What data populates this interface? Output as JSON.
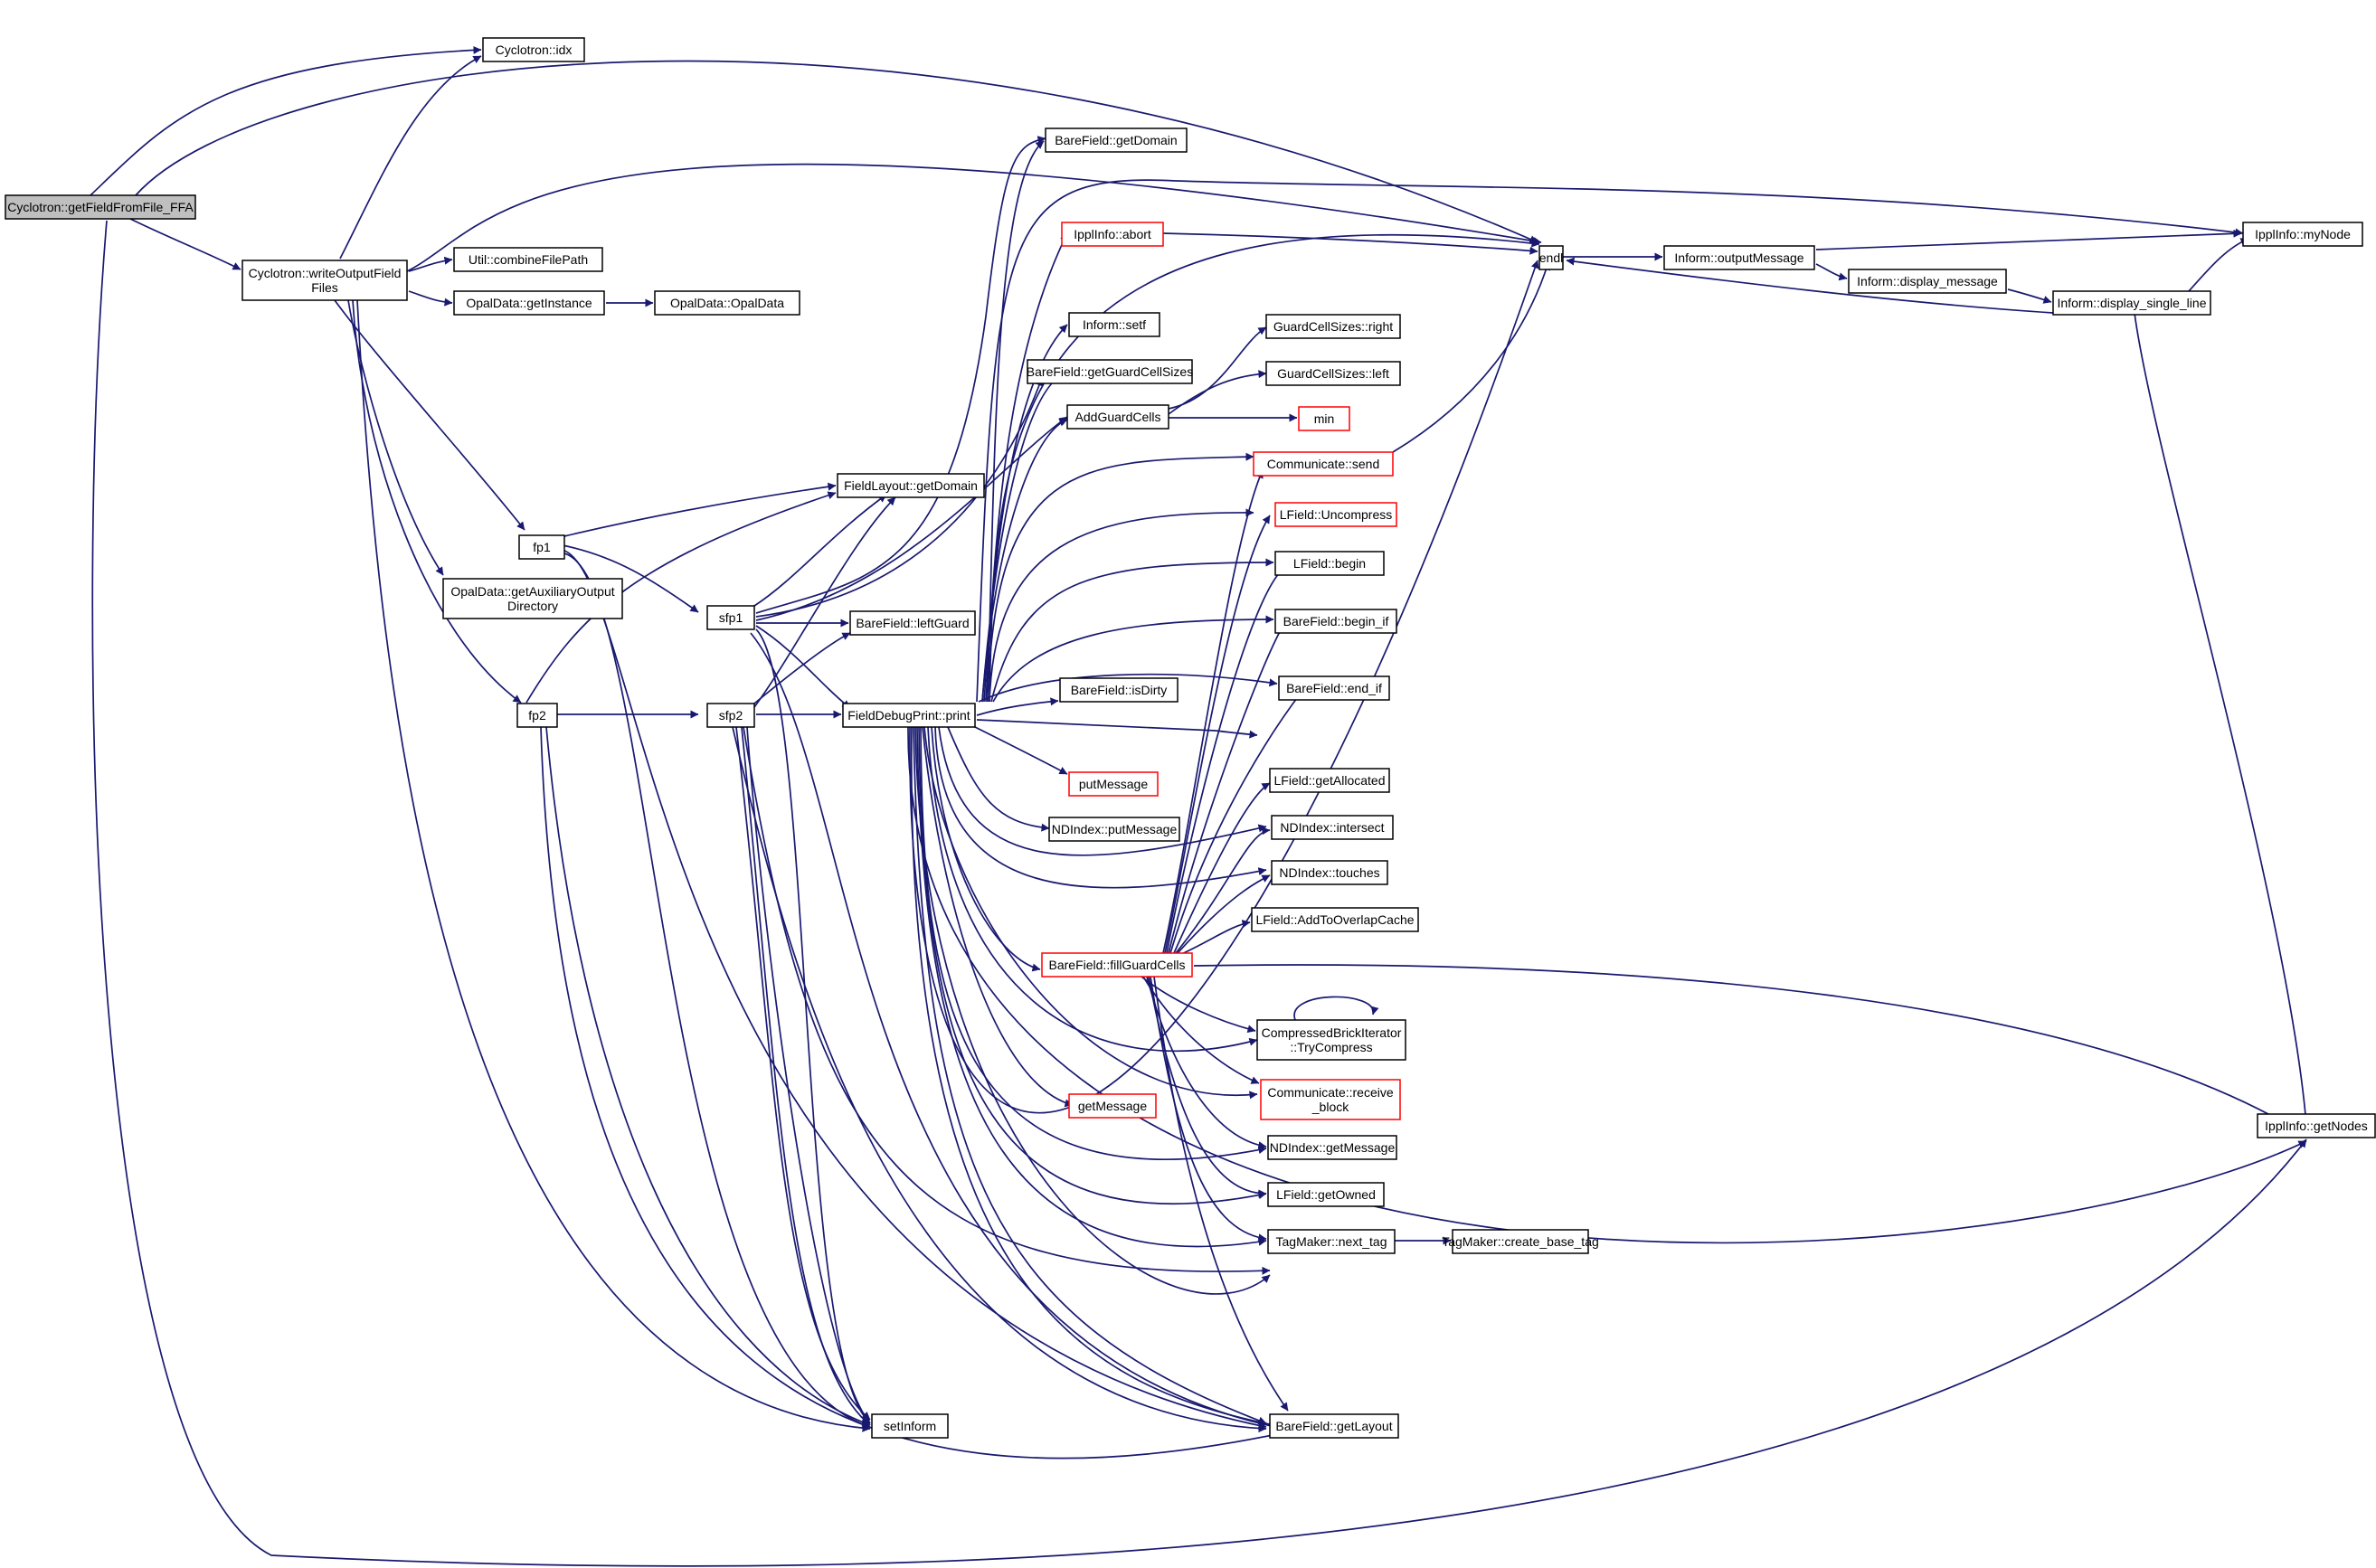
{
  "nodes": [
    {
      "id": "root",
      "lines": [
        "Cyclotron::getFieldFromFile_FFA"
      ],
      "root": true
    },
    {
      "id": "idx",
      "lines": [
        "Cyclotron::idx"
      ]
    },
    {
      "id": "wof",
      "lines": [
        "Cyclotron::writeOutputField",
        "Files"
      ]
    },
    {
      "id": "combine",
      "lines": [
        "Util::combineFilePath"
      ]
    },
    {
      "id": "getinst",
      "lines": [
        "OpalData::getInstance"
      ]
    },
    {
      "id": "opaldata",
      "lines": [
        "OpalData::OpalData"
      ]
    },
    {
      "id": "auxdir",
      "lines": [
        "OpalData::getAuxiliaryOutput",
        "Directory"
      ]
    },
    {
      "id": "fp1",
      "lines": [
        "fp1"
      ]
    },
    {
      "id": "fp2",
      "lines": [
        "fp2"
      ]
    },
    {
      "id": "sfp1",
      "lines": [
        "sfp1"
      ]
    },
    {
      "id": "sfp2",
      "lines": [
        "sfp2"
      ]
    },
    {
      "id": "fl_getdomain",
      "lines": [
        "FieldLayout::getDomain"
      ]
    },
    {
      "id": "leftguard",
      "lines": [
        "BareField::leftGuard"
      ]
    },
    {
      "id": "fdp_print",
      "lines": [
        "FieldDebugPrint::print"
      ]
    },
    {
      "id": "setinform",
      "lines": [
        "setInform"
      ]
    },
    {
      "id": "bf_getdomain",
      "lines": [
        "BareField::getDomain"
      ]
    },
    {
      "id": "abort",
      "lines": [
        "IpplInfo::abort"
      ],
      "red": true
    },
    {
      "id": "setf",
      "lines": [
        "Inform::setf"
      ]
    },
    {
      "id": "gcsizes",
      "lines": [
        "BareField::getGuardCellSizes"
      ]
    },
    {
      "id": "addgc",
      "lines": [
        "AddGuardCells"
      ]
    },
    {
      "id": "gcs_right",
      "lines": [
        "GuardCellSizes::right"
      ]
    },
    {
      "id": "gcs_left",
      "lines": [
        "GuardCellSizes::left"
      ]
    },
    {
      "id": "min",
      "lines": [
        "min"
      ],
      "red": true
    },
    {
      "id": "send",
      "lines": [
        "Communicate::send"
      ],
      "red": true
    },
    {
      "id": "uncompress",
      "lines": [
        "LField::Uncompress"
      ],
      "red": true
    },
    {
      "id": "lf_begin",
      "lines": [
        "LField::begin"
      ]
    },
    {
      "id": "begin_if",
      "lines": [
        "BareField::begin_if"
      ]
    },
    {
      "id": "end_if",
      "lines": [
        "BareField::end_if"
      ]
    },
    {
      "id": "isdirty",
      "lines": [
        "BareField::isDirty"
      ]
    },
    {
      "id": "putmsg",
      "lines": [
        "putMessage"
      ],
      "red": true
    },
    {
      "id": "getalloc",
      "lines": [
        "LField::getAllocated"
      ]
    },
    {
      "id": "nd_putmsg",
      "lines": [
        "NDIndex::putMessage"
      ]
    },
    {
      "id": "intersect",
      "lines": [
        "NDIndex::intersect"
      ]
    },
    {
      "id": "touches",
      "lines": [
        "NDIndex::touches"
      ]
    },
    {
      "id": "overlap",
      "lines": [
        "LField::AddToOverlapCache"
      ]
    },
    {
      "id": "fillgc",
      "lines": [
        "BareField::fillGuardCells"
      ],
      "red": true
    },
    {
      "id": "trycompress",
      "lines": [
        "CompressedBrickIterator",
        "::TryCompress"
      ]
    },
    {
      "id": "recvblock",
      "lines": [
        "Communicate::receive",
        "_block"
      ],
      "red": true
    },
    {
      "id": "getmsg",
      "lines": [
        "getMessage"
      ],
      "red": true
    },
    {
      "id": "nd_getmsg",
      "lines": [
        "NDIndex::getMessage"
      ]
    },
    {
      "id": "getowned",
      "lines": [
        "LField::getOwned"
      ]
    },
    {
      "id": "nexttag",
      "lines": [
        "TagMaker::next_tag"
      ]
    },
    {
      "id": "basetag",
      "lines": [
        "TagMaker::create_base_tag"
      ]
    },
    {
      "id": "getlayout",
      "lines": [
        "BareField::getLayout"
      ]
    },
    {
      "id": "endl",
      "lines": [
        "endl"
      ]
    },
    {
      "id": "outmsg",
      "lines": [
        "Inform::outputMessage"
      ]
    },
    {
      "id": "dispmsg",
      "lines": [
        "Inform::display_message"
      ]
    },
    {
      "id": "displine",
      "lines": [
        "Inform::display_single_line"
      ]
    },
    {
      "id": "mynode",
      "lines": [
        "IpplInfo::myNode"
      ]
    },
    {
      "id": "getnodes",
      "lines": [
        "IpplInfo::getNodes"
      ]
    }
  ]
}
